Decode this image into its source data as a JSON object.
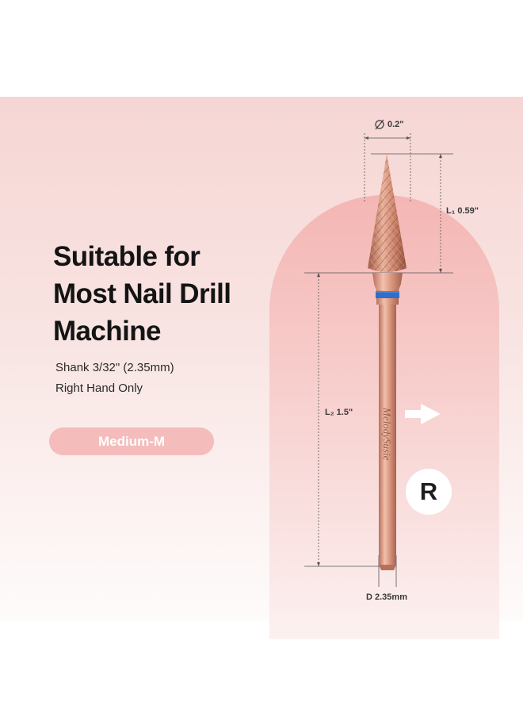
{
  "headline": [
    "Suitable for",
    "Most Nail Drill",
    "Machine"
  ],
  "specs": {
    "shank": "Shank  3/32\" (2.35mm)",
    "hand": "Right Hand Only"
  },
  "grit_badge": "Medium-M",
  "rotation_badge": "R",
  "dimensions": {
    "head_diameter": "0.2\"",
    "head_length": "L₁ 0.59\"",
    "shank_length": "L₂ 1.5\"",
    "shank_diameter": "D 2.35mm"
  },
  "brand_mark": "MelodySusie",
  "colors": {
    "panel_pink": "#f6d6d4",
    "arch_pink": "#f4b6b4",
    "rose_gold": "#d9967e",
    "band_blue": "#2f6ec9",
    "text_dark": "#141414"
  },
  "icons": [
    "diameter-icon",
    "arrow-right-icon"
  ]
}
